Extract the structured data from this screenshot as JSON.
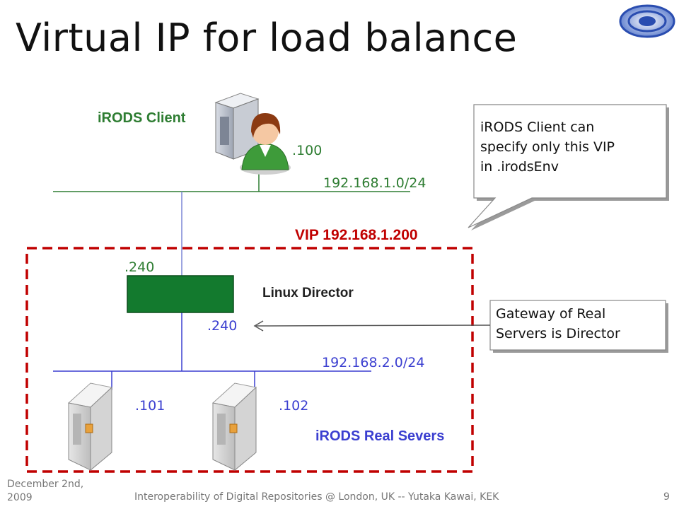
{
  "slide": {
    "title": "Virtual IP for load balance",
    "client_label": "iRODS Client",
    "client_host": ".100",
    "net1": "192.168.1.0/24",
    "vip_label": "VIP 192.168.1.200",
    "director_ip_top": ".240",
    "director_label": "Linux Director",
    "director_ip_bottom": ".240",
    "net2": "192.168.2.0/24",
    "server1_host": ".101",
    "server2_host": ".102",
    "servers_label": "iRODS Real Severs",
    "callout_vip": [
      "iRODS Client can",
      "specify only this VIP",
      "in .irodsEnv"
    ],
    "callout_gateway": [
      "Gateway of Real",
      "Servers is Director"
    ]
  },
  "footer": {
    "date_line1": "December 2nd,",
    "date_line2": "2009",
    "center": "Interoperability of Digital Repositories @ London, UK -- Yutaka Kawai, KEK",
    "page": "9"
  },
  "colors": {
    "green": "#2e7d32",
    "blue": "#3b3fd0",
    "red": "#c00000",
    "director_box": "#137a2e"
  }
}
